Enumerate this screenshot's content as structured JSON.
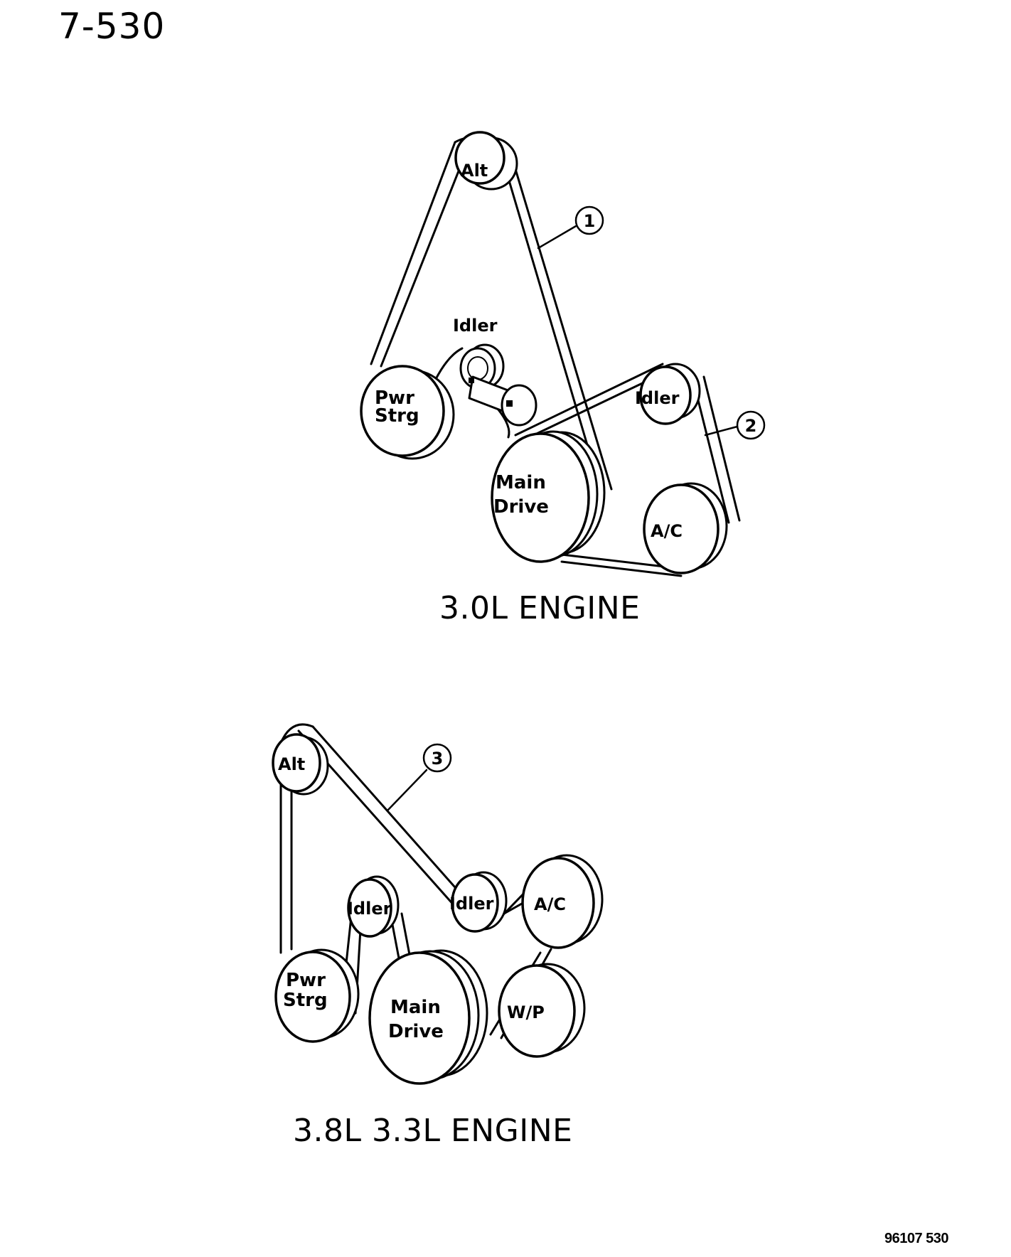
{
  "page_number": "7-530",
  "reference_code": "96107 530",
  "diagrams": [
    {
      "caption": "3.0L ENGINE",
      "pulleys": {
        "alt": "Alt",
        "pwr_strg": [
          "Pwr",
          "Strg"
        ],
        "idler_small": "Idler",
        "main_drive": [
          "Main",
          "Drive"
        ],
        "idler_ac": "Idler",
        "ac": "A/C"
      },
      "callouts": [
        "1",
        "2"
      ]
    },
    {
      "caption": "3.8L 3.3L ENGINE",
      "pulleys": {
        "alt": "Alt",
        "idler_left": "Idler",
        "idler_center": "Idler",
        "ac": "A/C",
        "pwr_strg": [
          "Pwr",
          "Strg"
        ],
        "main_drive": [
          "Main",
          "Drive"
        ],
        "wp": "W/P"
      },
      "callouts": [
        "3"
      ]
    }
  ],
  "colors": {
    "ink": "#000000",
    "paper": "#ffffff"
  }
}
